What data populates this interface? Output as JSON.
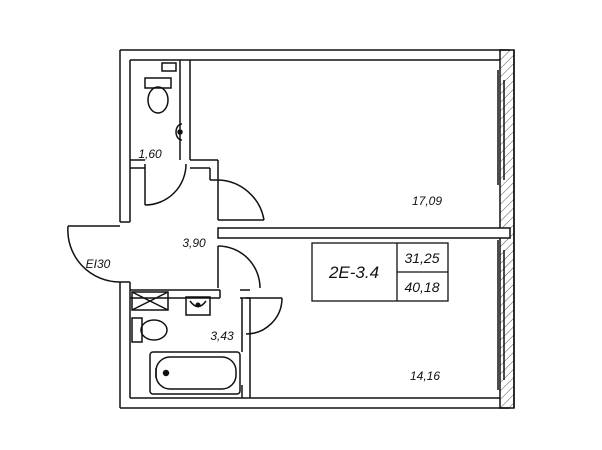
{
  "apartment": {
    "code": "2E-3.4",
    "living_area": "31,25",
    "total_area": "40,18"
  },
  "rooms": {
    "wc": "1,60",
    "hall": "3,90",
    "bathroom": "3,43",
    "room_large": "17,09",
    "room_small": "14,16"
  },
  "entry_door": "EI30",
  "colors": {
    "line": "#111111",
    "hatch": "#555555",
    "background": "#ffffff"
  }
}
